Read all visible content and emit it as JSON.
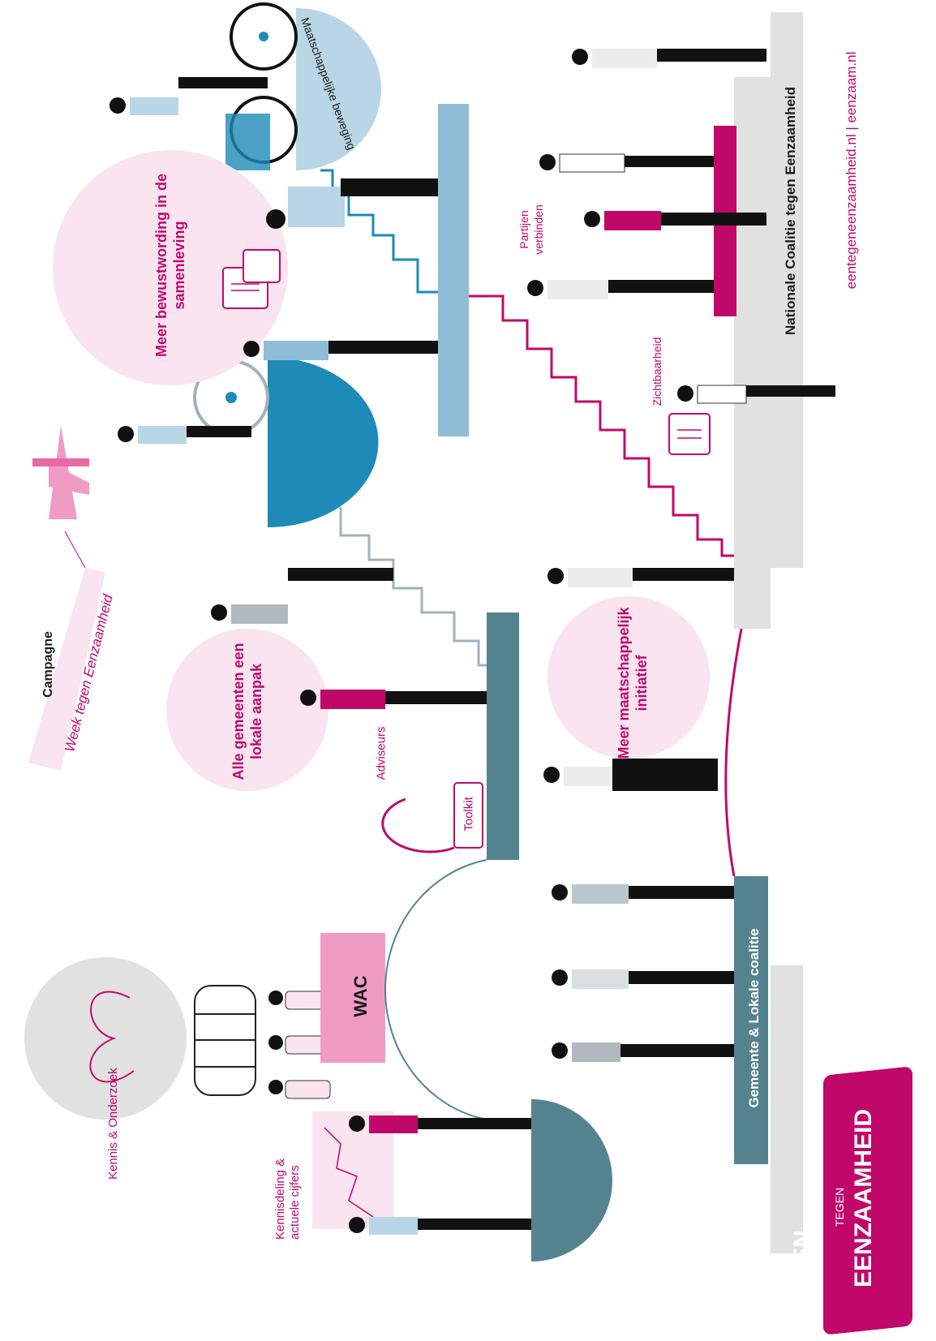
{
  "colors": {
    "magenta": "#c0086b",
    "pink_light": "#f9e4ef",
    "pink_mid": "#f09bc4",
    "blue_dark": "#1e8ab8",
    "blue_light": "#8fbdd6",
    "blue_pale": "#b8d6e6",
    "teal_dark": "#54838f",
    "grey_light": "#e1e1e1",
    "black": "#111111"
  },
  "labels": {
    "kennis_onderzoek": "Kennis & Onderzoek",
    "kennisdeling": "Kennisdeling & actuele cijfers",
    "wac": "WAC",
    "campagne": "Campagne",
    "week_banner": "Week tegen Eenzaamheid",
    "alle_gemeenten": "Alle gemeenten een lokale aanpak",
    "adviseurs": "Adviseurs",
    "toolkit": "Toolkit",
    "meer_bewustwording": "Meer bewustwording in de samenleving",
    "maatschappelijke_beweging": "Maatschappelijke beweging",
    "meer_initiatief": "Meer maatschappelijk initiatief",
    "zichtbaarheid": "Zichtbaarheid",
    "partijen_verbinden": "Partijen verbinden",
    "gemeente_lokale": "Gemeente & Lokale coalitie",
    "nationale_coalitie": "Nationale Coalitie tegen Eenzaamheid",
    "websites": "eentegeneenzaamheid.nl  |  eenzaam.nl"
  },
  "logo": {
    "line1": "EEN",
    "line2": "TEGEN",
    "line3": "EENZAAMHEID"
  }
}
